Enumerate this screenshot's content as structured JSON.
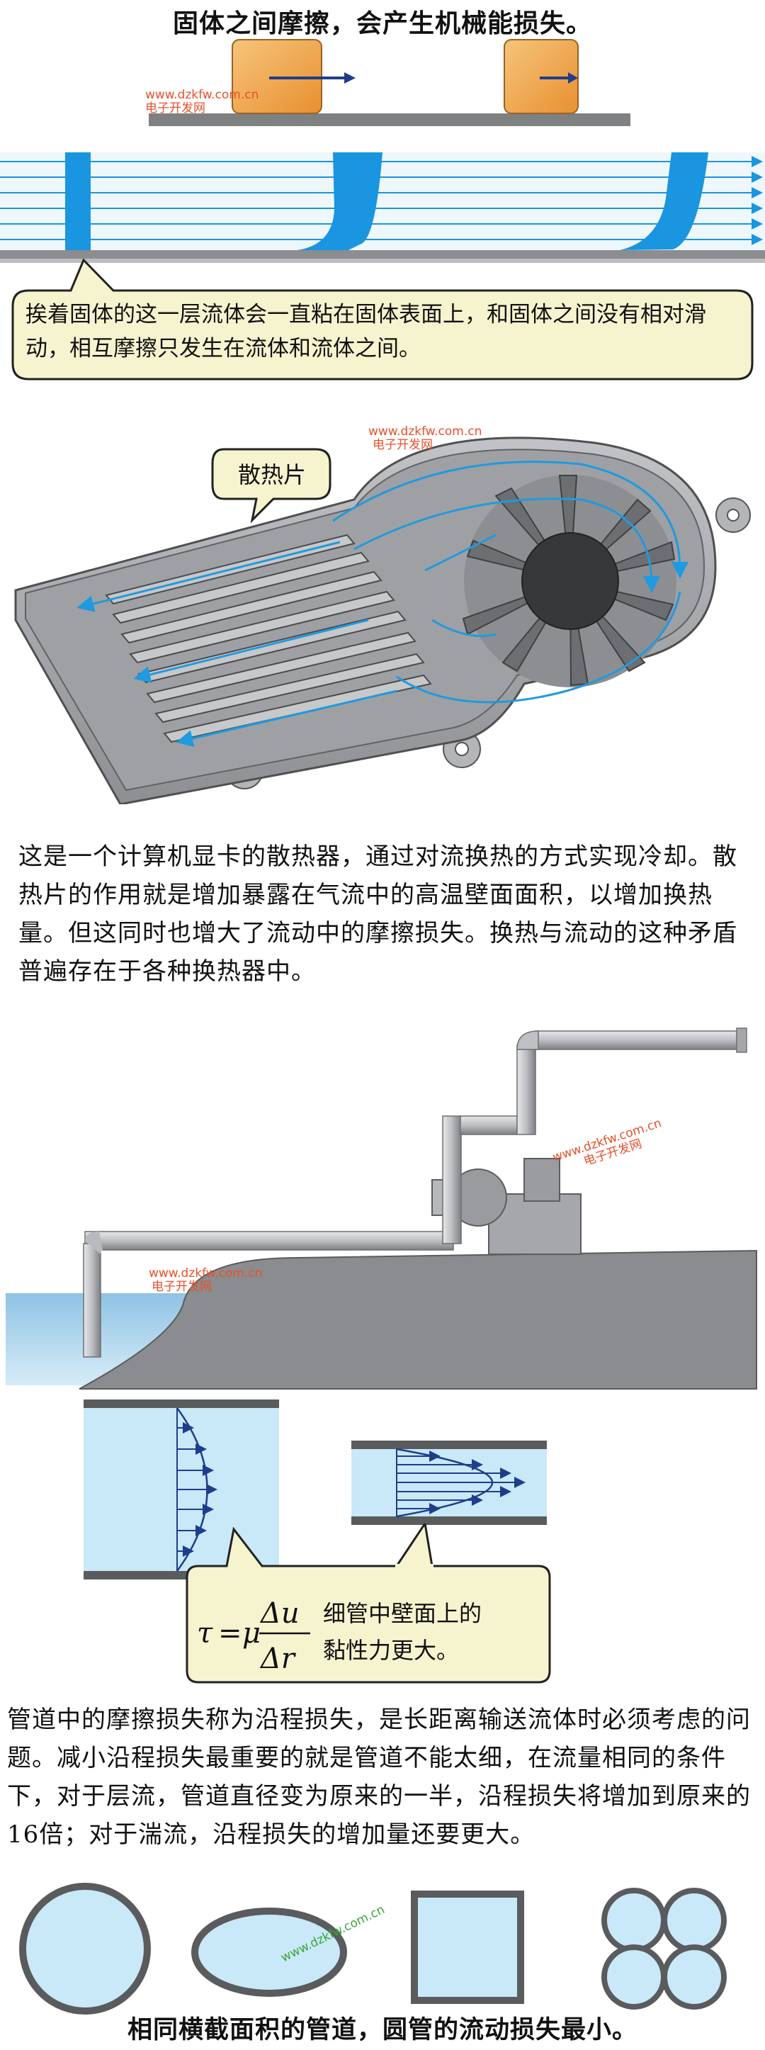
{
  "watermark": {
    "url": "www.dzkfw.com.cn",
    "name": "电子开发网"
  },
  "section1": {
    "caption": "固体之间摩擦，会产生机械能损失。",
    "callout": "挨着固体的这一层流体会一直粘在固体表面上，和固体之间没有相对滑动，相互摩擦只发生在流体和流体之间。"
  },
  "section2": {
    "fin_label": "散热片",
    "paragraph": "这是一个计算机显卡的散热器，通过对流换热的方式实现冷却。散热片的作用就是增加暴露在气流中的高温壁面面积，以增加换热量。但这同时也增大了流动中的摩擦损失。换热与流动的这种矛盾普遍存在于各种换热器中。"
  },
  "section3": {
    "formula": {
      "lhs": "τ",
      "eq": "=",
      "mu": "μ",
      "num": "Δu",
      "den": "Δr"
    },
    "formula_note_line1": "细管中壁面上的",
    "formula_note_line2": "黏性力更大。",
    "paragraph": "管道中的摩擦损失称为沿程损失，是长距离输送流体时必须考虑的问题。减小沿程损失最重要的就是管道不能太细，在流量相同的条件下，对于层流，管道直径变为原来的一半，沿程损失将增加到原来的16倍；对于湍流，沿程损失的增加量还要更大。"
  },
  "section4": {
    "caption": "相同横截面积的管道，圆管的流动损失最小。"
  },
  "colors": {
    "fluid": "#c9e8f8",
    "stream": "#1f9ae0",
    "band": "#1a95e0",
    "callout_fill": "#f6f4cf",
    "block": "#f0a449",
    "arrow": "#1e3e8c",
    "heatsink": "#a9aaad",
    "wall": "#6f7072"
  }
}
